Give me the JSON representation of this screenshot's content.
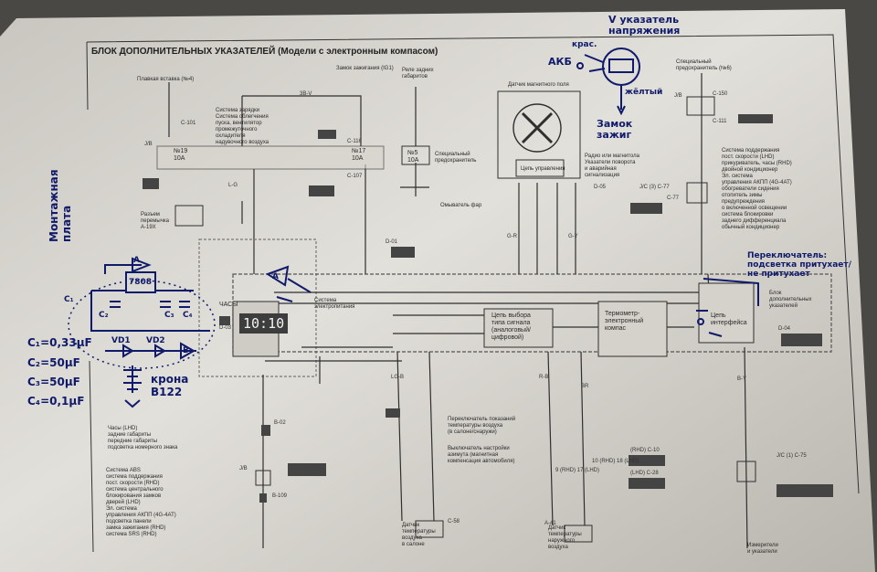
{
  "diagram": {
    "title": "БЛОК ДОПОЛНИТЕЛЬНЫХ УКАЗАТЕЛЕЙ (Модели с электронным компасом)",
    "clock_display": "10:10",
    "printed": {
      "fuse_box": "Плавкая вставка (№4)",
      "ignition": "Замок зажигания (IG1)",
      "relay_tail": "Реле задних габаритов",
      "special_label": "Специальный предохранитель (№6)",
      "magnetic_sensor": "Датчик магнитного поля",
      "chain_mod": "Цепь управления",
      "radio_block": "Радио или магнитола\nУказатели поворота\nи аварийная\nсигнализация",
      "right_systems": "Система поддержания\nпост. скорости (LHD)\nприкуриватель, часы (RHD)\nдвойной кондиционер\nЭл. система\nуправления АКПП (4G-4AT)\nобогреватели сидения\nотопитель зимы\nпредупреждения\nо включенной освещении\nсистема блокировки\nзаднего дифференциала\nобычный кондиционер",
      "charge_systems": "Система зарядки\nСистема облегчения\nпуска, вентилятор\nпромежуточного\nохладителя\nнадувочного воздуха",
      "nr19": "№19\n10A",
      "nr17": "№17\n10A",
      "nr5": "№5\n10A",
      "spec_fuse": "Специальный\nпредохранитель",
      "washer": "Омыватель фар",
      "jumper": "Разъем\nперемычка\nA-19X",
      "clock": "ЧАСЫ",
      "power_system": "Система\nэлектропитания",
      "signal_select": "Цепь выбора\nтипа сигнала\n(аналоговый/\nцифровой)",
      "thermometer": "Термометр-\nэлектронный\nкомпас",
      "interface": "Цепь\nинтерфейса",
      "aux_block": "Блок\nдополнительных\nуказателей",
      "temp_switch": "Переключатель показаний\nтемпературы воздуха\n(в салоне/снаружи)",
      "compass_switch": "Выключатель настройки\nазимута (магнитная\nкомпенсация автомобиля)",
      "sensor_in": "Датчик\nтемпературы\nвоздуха\nв салоне",
      "sensor_out": "Датчик\nтемпературы\nнаружного\nвоздуха",
      "meters": "Измерители\nи указатели",
      "left_list_1": "Часы (LHD)\nзадние габариты\nпередние габариты\nподсветка номерного знака",
      "left_list_2": "Система ABS\nсистема поддержания\nпост. скорости (RHD)\nсистема центрального\nблокирования замков\nдверей (LHD)\nЭл. система\nуправления АКПП (4G-4AT)\nподсветка панели\nзамка зажигания (RHD)\nсистема SRS (RHD)",
      "conn_c101": "C-101",
      "conn_c107": "C-107",
      "conn_c116": "C-116",
      "conn_c150": "C-150",
      "conn_c111": "C-111",
      "conn_c77": "C-77",
      "conn_d01": "D-01",
      "conn_d03": "D-03",
      "conn_d04": "D-04",
      "conn_d05": "D-05",
      "conn_c10": "(RHD) C-10",
      "conn_c28": "(LHD) C-28",
      "conn_c58": "C-58",
      "conn_a41": "A-41",
      "conn_b02": "B-02",
      "conn_b109": "B-109",
      "conn_c75": "J/C (1) C-75",
      "conn_c75b": "J/C (3) C-77",
      "jb": "J/B",
      "wire_3b_v": "3B-V",
      "wire_lg": "L-G",
      "wire_gr": "G-R",
      "wire_gy": "G-Y",
      "wire_br": "BR",
      "wire_lgb": "LG-B",
      "wire_rb": "R-B",
      "wire_by": "B-Y",
      "pin_10_rhd": "10 (RHD)\n18 (LHD)",
      "pin_9_rhd": "9 (RHD)\n17 (LHD)"
    },
    "handwritten": {
      "power_meter": "V указатель\nнапряжения",
      "red": "крас.",
      "akb": "АКБ",
      "yellow": "жёлтый",
      "ignition_lock": "Замок\nзажиг",
      "mounting_plate": "Монтажная\nплата",
      "c1_label": "C₁",
      "c2_label": "C₂",
      "c3_label": "C₃",
      "c4_label": "C₄",
      "c1_value": "C₁=0,33μF",
      "c2_value": "C₂=50μF",
      "c3_value": "C₃=50μF",
      "c4_value": "C₄=0,1μF",
      "chip": "7808",
      "vd1": "VD1",
      "vd2": "VD2",
      "a_marker": "A",
      "b_marker": "B",
      "krona": "крона\nB122",
      "switch_note": "Переключатель:\nподсветка притухает/\nне притухает"
    },
    "colors": {
      "paper": "#d9d6cf",
      "line": "#2f2f2f",
      "ink": "#101a6b"
    }
  }
}
